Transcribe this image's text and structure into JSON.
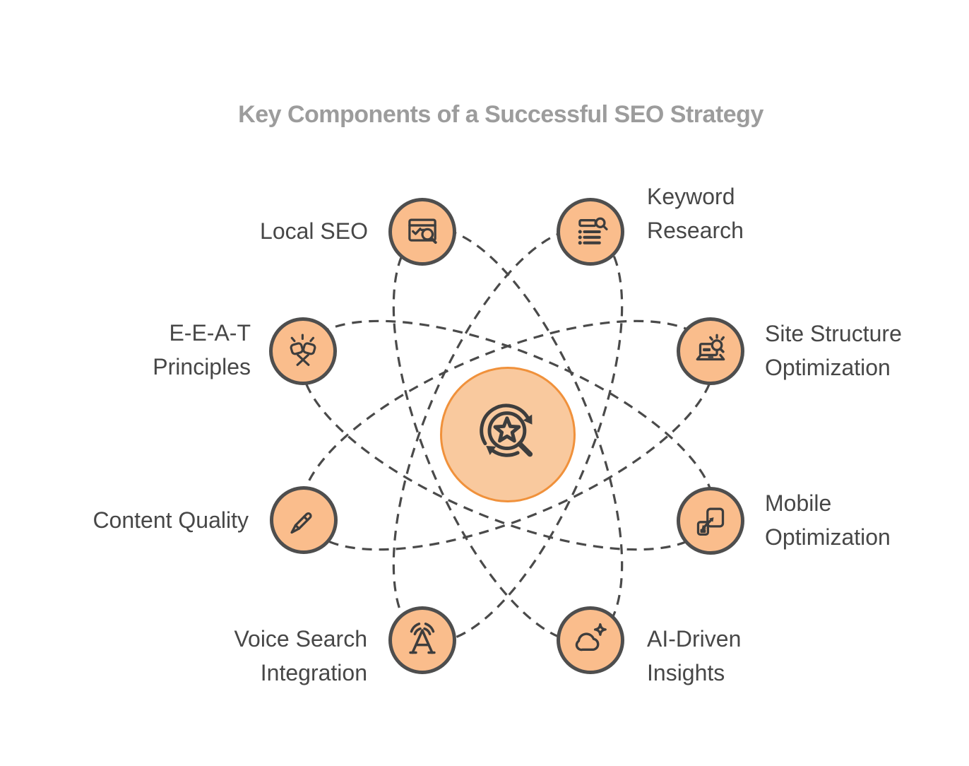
{
  "title": "Key Components of a Successful SEO Strategy",
  "center": {
    "icon": "search-star-refresh-icon"
  },
  "nodes": [
    {
      "id": "local-seo",
      "label": "Local SEO",
      "lines": [
        "Local SEO",
        ""
      ],
      "icon": "browser-check-search-icon"
    },
    {
      "id": "keyword-research",
      "label": "Keyword Research",
      "lines": [
        "Keyword",
        "Research"
      ],
      "icon": "list-search-icon"
    },
    {
      "id": "eeat-principles",
      "label": "E-E-A-T Principles",
      "lines": [
        "E-E-A-T",
        "Principles"
      ],
      "icon": "fist-bump-icon"
    },
    {
      "id": "site-structure",
      "label": "Site Structure Optimization",
      "lines": [
        "Site Structure",
        "Optimization"
      ],
      "icon": "laptop-search-icon"
    },
    {
      "id": "content-quality",
      "label": "Content Quality",
      "lines": [
        "Content Quality",
        ""
      ],
      "icon": "pen-icon"
    },
    {
      "id": "mobile-optimization",
      "label": "Mobile Optimization",
      "lines": [
        "Mobile",
        "Optimization"
      ],
      "icon": "responsive-devices-icon"
    },
    {
      "id": "voice-search",
      "label": "Voice Search Integration",
      "lines": [
        "Voice Search",
        "Integration"
      ],
      "icon": "voice-broadcast-icon"
    },
    {
      "id": "ai-insights",
      "label": "AI-Driven Insights",
      "lines": [
        "AI-Driven",
        "Insights"
      ],
      "icon": "ai-cloud-sparkle-icon"
    }
  ],
  "colors": {
    "satellite_fill": "#FABD8C",
    "satellite_border": "#4E4E4E",
    "center_fill": "#F9C99E",
    "center_border": "#F0913B",
    "orbit_line": "#4A4A4A",
    "title_text": "#9C9C9C",
    "label_text": "#474747",
    "icon_stroke": "#3D3D3D"
  }
}
